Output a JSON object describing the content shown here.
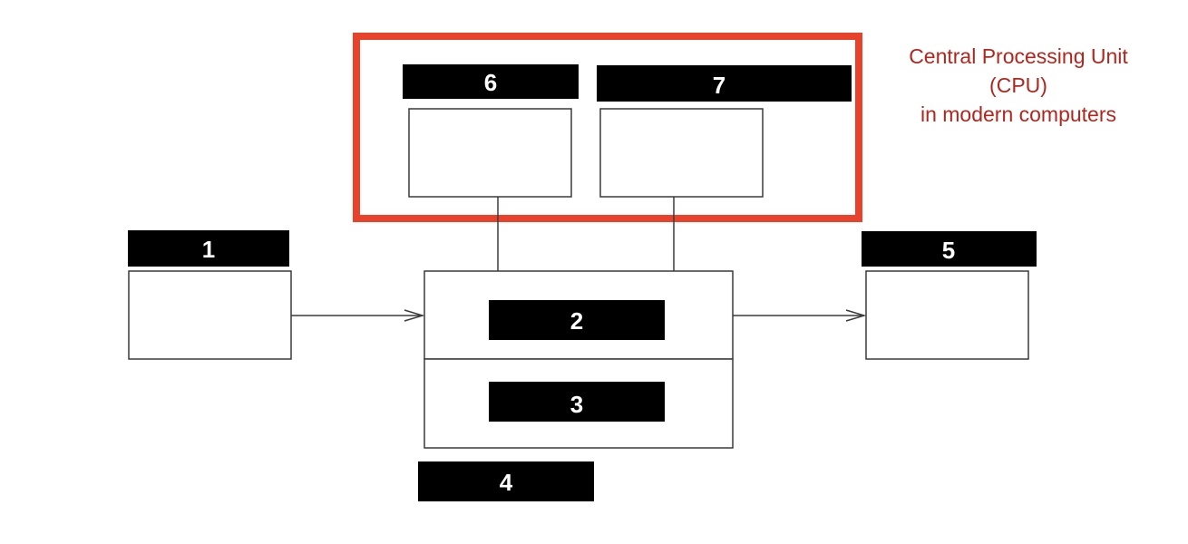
{
  "labels": {
    "l1": "1",
    "l2": "2",
    "l3": "3",
    "l4": "4",
    "l5": "5",
    "l6": "6",
    "l7": "7"
  },
  "caption": {
    "line1": "Central Processing Unit",
    "line2": "(CPU)",
    "line3": "in modern computers"
  },
  "colors": {
    "cpu_frame": "#e8412c",
    "caption_text": "#b3261e",
    "label_background": "#000000",
    "label_text": "#ffffff",
    "box_stroke": "#3a3a3a"
  }
}
